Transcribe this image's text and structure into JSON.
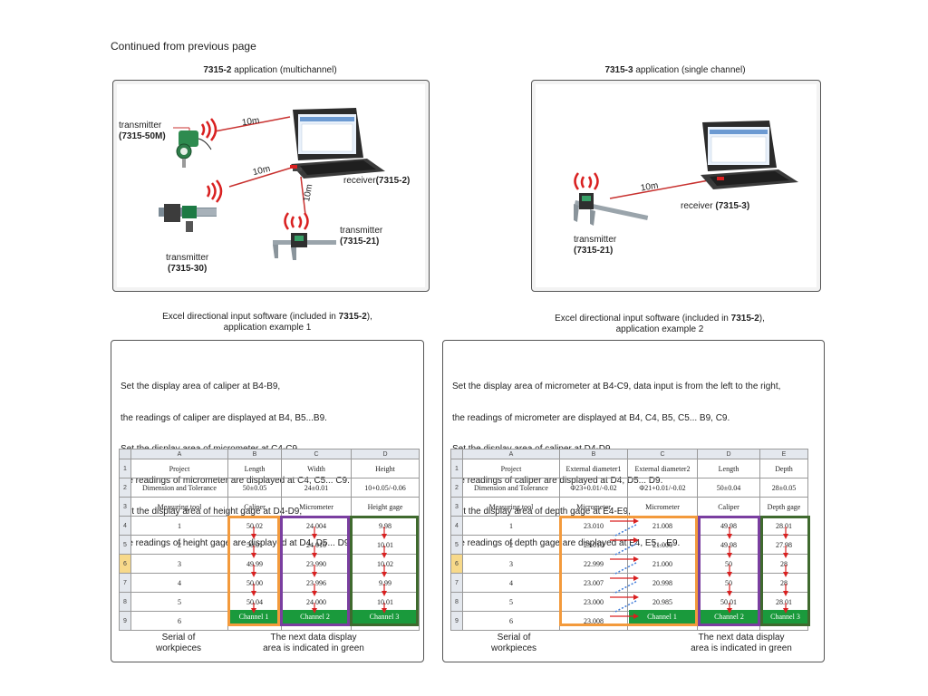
{
  "header": {
    "continued": "Continued from previous page"
  },
  "left_app": {
    "title_bold": "7315-2",
    "title_rest": " application (multichannel)",
    "dist1": "10m",
    "dist2": "10m",
    "dist3": "10m",
    "tx1_word": "transmitter",
    "tx1_model": "(7315-50M)",
    "rx_word": "receiver",
    "rx_model": "(7315-2)",
    "tx2_word": "transmitter",
    "tx2_model": "(7315-21)",
    "tx3_word": "transmitter",
    "tx3_model": "(7315-30)"
  },
  "right_app": {
    "title_bold": "7315-3",
    "title_rest": " application (single channel)",
    "dist": "10m",
    "rx_word": "receiver ",
    "rx_model": "(7315-3)",
    "tx_word": "transmitter",
    "tx_model": "(7315-21)"
  },
  "example1": {
    "caption_pre": "Excel directional input software (included in ",
    "caption_bold": "7315-2",
    "caption_post": "),",
    "caption_line2": "application example 1",
    "instructions": [
      "Set the display area of caliper at B4-B9,",
      "the readings of caliper are displayed at B4, B5...B9.",
      "Set the display area of micrometer at C4-C9,",
      "the readings of micrometer are displayed at C4, C5... C9.",
      "Set the display area of height gage at D4-D9,",
      "the readings of height gage are displayed at D4, D5... D9."
    ],
    "columns": [
      "A",
      "B",
      "C",
      "D"
    ],
    "row_numbers": [
      "1",
      "2",
      "3",
      "4",
      "5",
      "6",
      "7",
      "8",
      "9"
    ],
    "header_rows": [
      [
        "Project",
        "Length",
        "Width",
        "Height"
      ],
      [
        "Dimension and Tolerance",
        "50±0.05",
        "24±0.01",
        "10+0.05/-0.06"
      ],
      [
        "Measuring tool",
        "Caliper",
        "Micrometer",
        "Height gage"
      ]
    ],
    "data_rows": [
      [
        "1",
        "50.02",
        "24.004",
        "9.98"
      ],
      [
        "2",
        "50.01",
        "24.010",
        "10.01"
      ],
      [
        "3",
        "49.99",
        "23.990",
        "10.02"
      ],
      [
        "4",
        "50.00",
        "23.996",
        "9.99"
      ],
      [
        "5",
        "50.04",
        "24.000",
        "10.01"
      ],
      [
        "6",
        "",
        "",
        ""
      ]
    ],
    "channels": [
      "Channel 1",
      "Channel 2",
      "Channel 3"
    ],
    "foot_left": [
      "Serial of",
      "workpieces"
    ],
    "foot_right": [
      "The next data display",
      "area is indicated in green"
    ]
  },
  "example2": {
    "caption_pre": "Excel directional input software (included in ",
    "caption_bold": "7315-2",
    "caption_post": "),",
    "caption_line2": "application example 2",
    "instructions": [
      "Set the display area of micrometer at B4-C9, data input is from the left to the right,",
      "the readings of micrometer are displayed at B4, C4, B5, C5... B9, C9.",
      "Set the display area of caliper at D4-D9,",
      "the readings of caliper are displayed at D4, D5... D9.",
      "Set the display area of depth gage at E4-E9,",
      "the readings of depth gage are displayed at E4, E5... E9."
    ],
    "columns": [
      "A",
      "B",
      "C",
      "D",
      "E"
    ],
    "row_numbers": [
      "1",
      "2",
      "3",
      "4",
      "5",
      "6",
      "7",
      "8",
      "9"
    ],
    "header_rows": [
      [
        "Project",
        "External diameter1",
        "External diameter2",
        "Length",
        "Depth"
      ],
      [
        "Dimension and Tolerance",
        "Φ23+0.01/-0.02",
        "Φ21+0.01/-0.02",
        "50±0.04",
        "28±0.05"
      ],
      [
        "Measuring tool",
        "Micrometer",
        "Micrometer",
        "Caliper",
        "Depth gage"
      ]
    ],
    "data_rows": [
      [
        "1",
        "23.010",
        "21.008",
        "49.98",
        "28.01"
      ],
      [
        "2",
        "23.010",
        "21.000",
        "49.98",
        "27.98"
      ],
      [
        "3",
        "22.999",
        "21.000",
        "50",
        "28"
      ],
      [
        "4",
        "23.007",
        "20.998",
        "50",
        "28"
      ],
      [
        "5",
        "23.000",
        "20.985",
        "50.01",
        "28.01"
      ],
      [
        "6",
        "23.008",
        "",
        "",
        ""
      ]
    ],
    "channels": [
      "Channel 1",
      "Channel 2",
      "Channel 3"
    ],
    "foot_left": [
      "Serial of",
      "workpieces"
    ],
    "foot_right": [
      "The next data display",
      "area is indicated in green"
    ]
  },
  "colors": {
    "orange": "#f39a3c",
    "purple": "#7a3ea0",
    "dark_green": "#3f6a2e",
    "green_fill": "#1a9a3c",
    "arrow_red": "#d92020",
    "wifi_red": "#d92020"
  }
}
